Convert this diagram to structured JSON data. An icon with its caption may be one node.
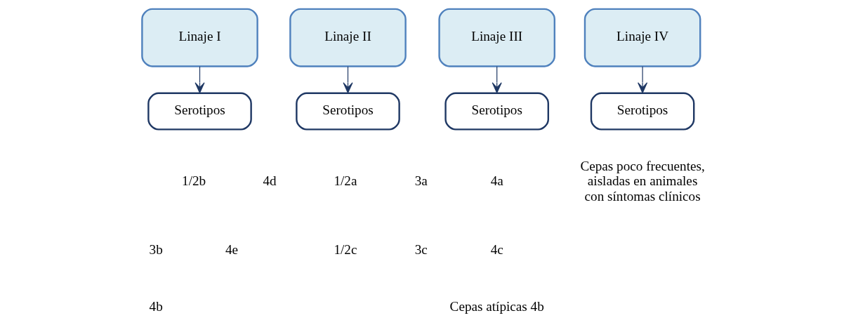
{
  "diagram": {
    "nodes": [
      {
        "text": [
          "Linaje I"
        ]
      },
      {
        "text": [
          "Serotipos"
        ]
      },
      {
        "text": [
          "Linaje II"
        ]
      },
      {
        "text": [
          "Serotipos"
        ]
      },
      {
        "text": [
          "Linaje III"
        ]
      },
      {
        "text": [
          "Serotipos"
        ]
      },
      {
        "text": [
          "Linaje IV"
        ]
      },
      {
        "text": [
          "Serotipos"
        ]
      }
    ],
    "edges": [
      {
        "from": 0,
        "to": 1,
        "arrow": "to"
      },
      {
        "from": 2,
        "to": 3,
        "arrow": "to"
      },
      {
        "from": 4,
        "to": 5,
        "arrow": "to"
      },
      {
        "from": 6,
        "to": 7,
        "arrow": "to"
      }
    ],
    "labels": [
      "1/2b",
      "4d",
      "3b",
      "4e",
      "4b",
      "1/2a",
      "3a",
      "1/2c",
      "3c",
      "4a",
      "4c",
      "Cepas atípicas 4b",
      "Cepas poco frecuentes, aisladas en animales con síntomas clínicos"
    ]
  }
}
